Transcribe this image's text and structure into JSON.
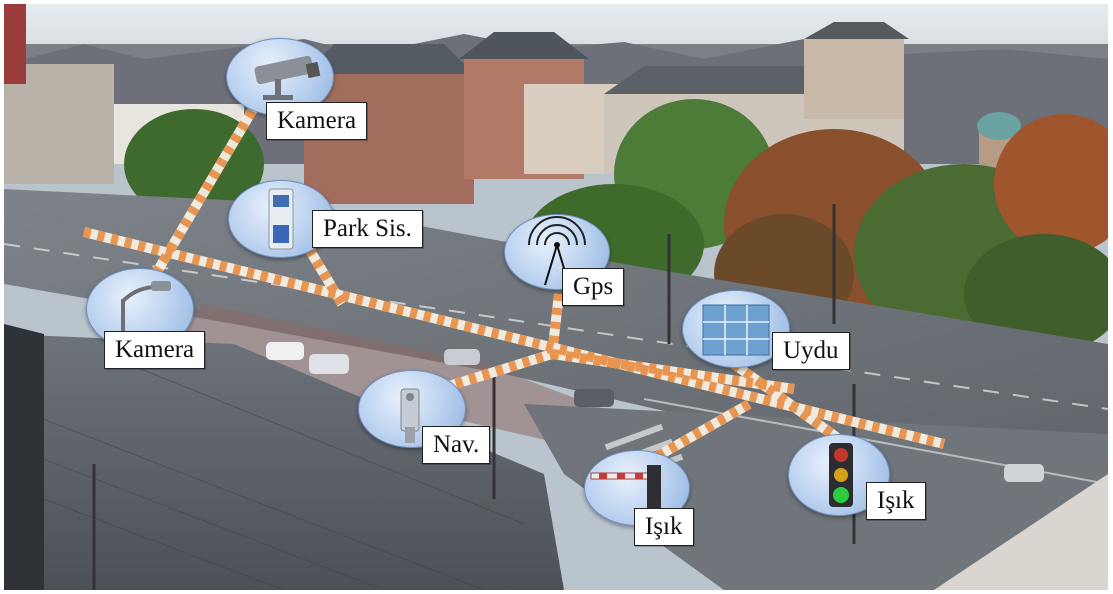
{
  "labels": {
    "kamera_top": "Kamera",
    "park_sis": "Park Sis.",
    "gps": "Gps",
    "kamera_left": "Kamera",
    "uydu": "Uydu",
    "nav": "Nav.",
    "isik_left": "Işık",
    "isik_right": "Işık"
  },
  "icons": {
    "kamera_top": "cctv-camera-icon",
    "park_sis": "parking-meter-icon",
    "gps": "gps-antenna-icon",
    "kamera_left": "street-lamp-camera-icon",
    "uydu": "satellite-building-icon",
    "nav": "navigation-device-icon",
    "isik_left": "barrier-gate-icon",
    "isik_right": "traffic-light-icon"
  },
  "colors": {
    "link_dash": "#e8914a",
    "link_base": "#f7f0e4",
    "bubble": "#b8d0ee",
    "sky": "#dfe6ea",
    "foliage": "#4f7a3a",
    "autumn_tree": "#8a4f2c"
  }
}
